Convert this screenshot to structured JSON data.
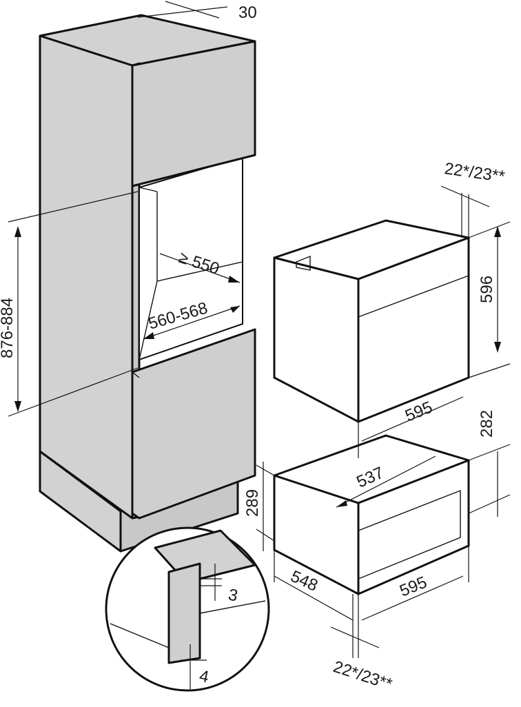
{
  "diagram": {
    "labels": {
      "top_depth": "30",
      "niche_depth": "≥ 550",
      "niche_width": "560-568",
      "niche_height": "876-884",
      "oven_panel_top": "22*/23**",
      "oven_height": "596",
      "oven_width": "595",
      "drawer_gap": "282",
      "drawer_depth": "537",
      "drawer_height": "289",
      "drawer_body_depth": "548",
      "drawer_width": "595",
      "drawer_panel": "22*/23**",
      "detail_gap": "3",
      "detail_offset": "4"
    }
  }
}
